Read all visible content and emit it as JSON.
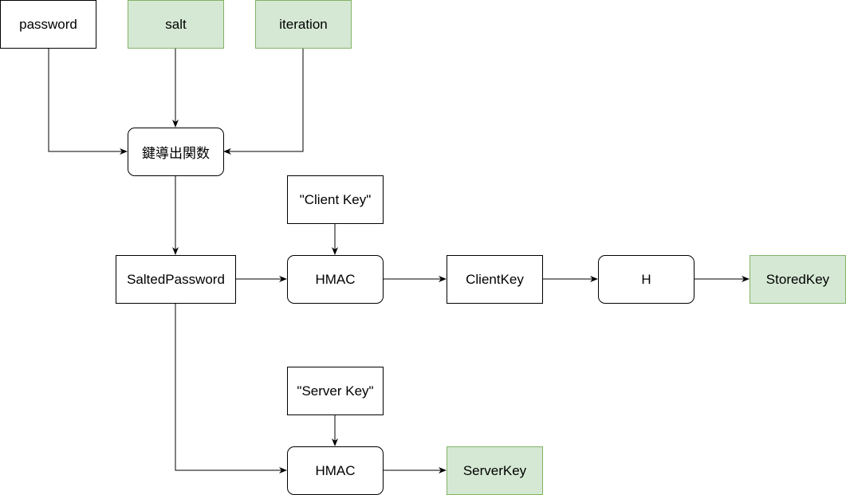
{
  "colors": {
    "green_fill": "#d5e8d4",
    "green_stroke": "#82b366",
    "default_fill": "#ffffff",
    "stroke": "#000000"
  },
  "nodes": {
    "password": "password",
    "salt": "salt",
    "iteration": "iteration",
    "kdf": "鍵導出関数",
    "salted_password": "SaltedPassword",
    "client_key_const": "\"Client Key\"",
    "hmac_client": "HMAC",
    "client_key": "ClientKey",
    "hash": "H",
    "stored_key": "StoredKey",
    "server_key_const": "\"Server Key\"",
    "hmac_server": "HMAC",
    "server_key": "ServerKey"
  },
  "edges": [
    {
      "from": "password",
      "to": "kdf"
    },
    {
      "from": "salt",
      "to": "kdf"
    },
    {
      "from": "iteration",
      "to": "kdf"
    },
    {
      "from": "kdf",
      "to": "salted_password"
    },
    {
      "from": "salted_password",
      "to": "hmac_client"
    },
    {
      "from": "client_key_const",
      "to": "hmac_client"
    },
    {
      "from": "hmac_client",
      "to": "client_key"
    },
    {
      "from": "client_key",
      "to": "hash"
    },
    {
      "from": "hash",
      "to": "stored_key"
    },
    {
      "from": "salted_password",
      "to": "hmac_server"
    },
    {
      "from": "server_key_const",
      "to": "hmac_server"
    },
    {
      "from": "hmac_server",
      "to": "server_key"
    }
  ]
}
